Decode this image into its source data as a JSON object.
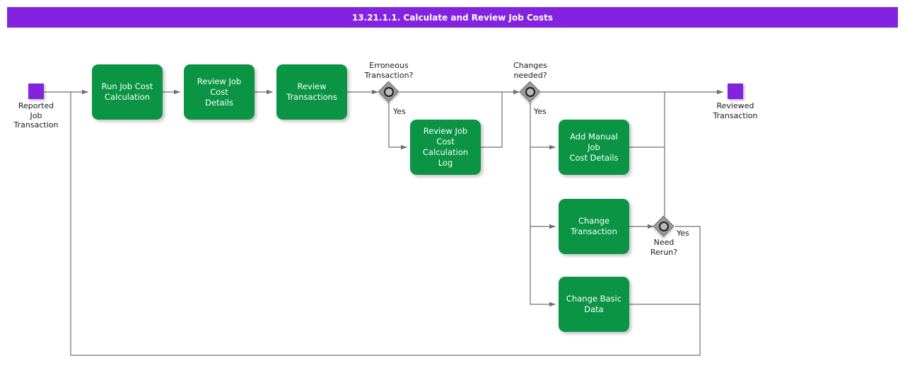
{
  "header": {
    "title": "13.21.1.1. Calculate and Review Job Costs",
    "background_color": "#8323e0",
    "text_color": "#ffffff"
  },
  "palette": {
    "task_fill": "#0b9444",
    "task_text": "#ffffff",
    "event_fill": "#8323e0",
    "gateway_fill": "#9b9b9b",
    "connector": "#707070",
    "canvas": "#ffffff"
  },
  "events": {
    "start": {
      "label": "Reported\nJob\nTransaction",
      "type": "start-event"
    },
    "end": {
      "label": "Reviewed\nTransaction",
      "type": "end-event"
    }
  },
  "tasks": {
    "run_job_cost_calculation": "Run Job Cost\nCalculation",
    "review_job_cost_details": "Review Job Cost\nDetails",
    "review_transactions": "Review\nTransactions",
    "review_job_cost_calculation_log": "Review Job Cost\nCalculation Log",
    "add_manual_job_cost_details": "Add Manual Job\nCost Details",
    "change_transaction": "Change\nTransaction",
    "change_basic_data": "Change Basic\nData"
  },
  "gateways": {
    "erroneous_transaction": "Erroneous\nTransaction?",
    "changes_needed": "Changes\nneeded?",
    "need_rerun": "Need\nRerun?"
  },
  "flow_labels": {
    "erroneous_yes": "Yes",
    "changes_yes": "Yes",
    "rerun_yes": "Yes"
  }
}
